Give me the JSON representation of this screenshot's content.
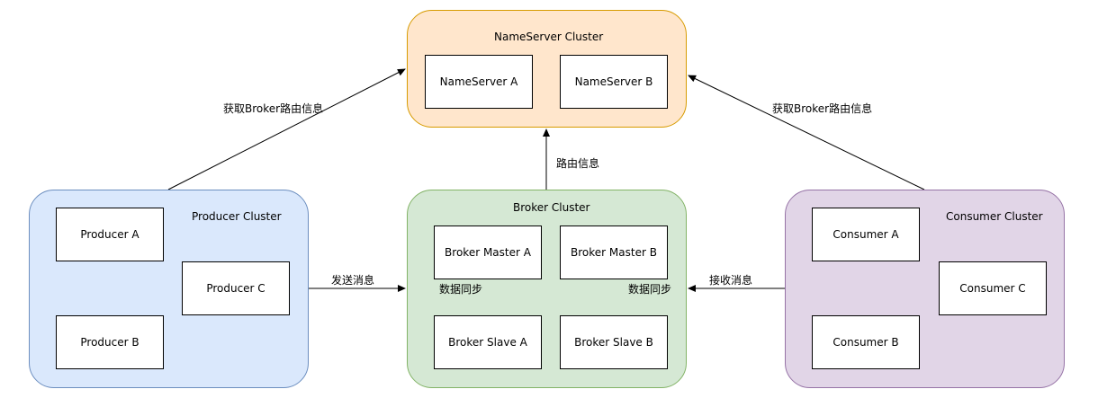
{
  "nameserver": {
    "title": "NameServer Cluster",
    "nodes": [
      "NameServer A",
      "NameServer B"
    ]
  },
  "producer": {
    "title": "Producer Cluster",
    "nodes": [
      "Producer A",
      "Producer B",
      "Producer C"
    ]
  },
  "broker": {
    "title": "Broker Cluster",
    "masters": [
      "Broker Master A",
      "Broker Master B"
    ],
    "slaves": [
      "Broker Slave A",
      "Broker Slave B"
    ],
    "sync_label": "数据同步"
  },
  "consumer": {
    "title": "Consumer Cluster",
    "nodes": [
      "Consumer A",
      "Consumer B",
      "Consumer C"
    ]
  },
  "edges": {
    "producer_to_ns": "获取Broker路由信息",
    "consumer_to_ns": "获取Broker路由信息",
    "broker_to_ns": "路由信息",
    "producer_to_broker": "发送消息",
    "consumer_to_broker": "接收消息"
  },
  "colors": {
    "nameserver_fill": "#ffe6cc",
    "producer_fill": "#dae8fc",
    "broker_fill": "#d5e8d4",
    "consumer_fill": "#e1d5e7"
  }
}
